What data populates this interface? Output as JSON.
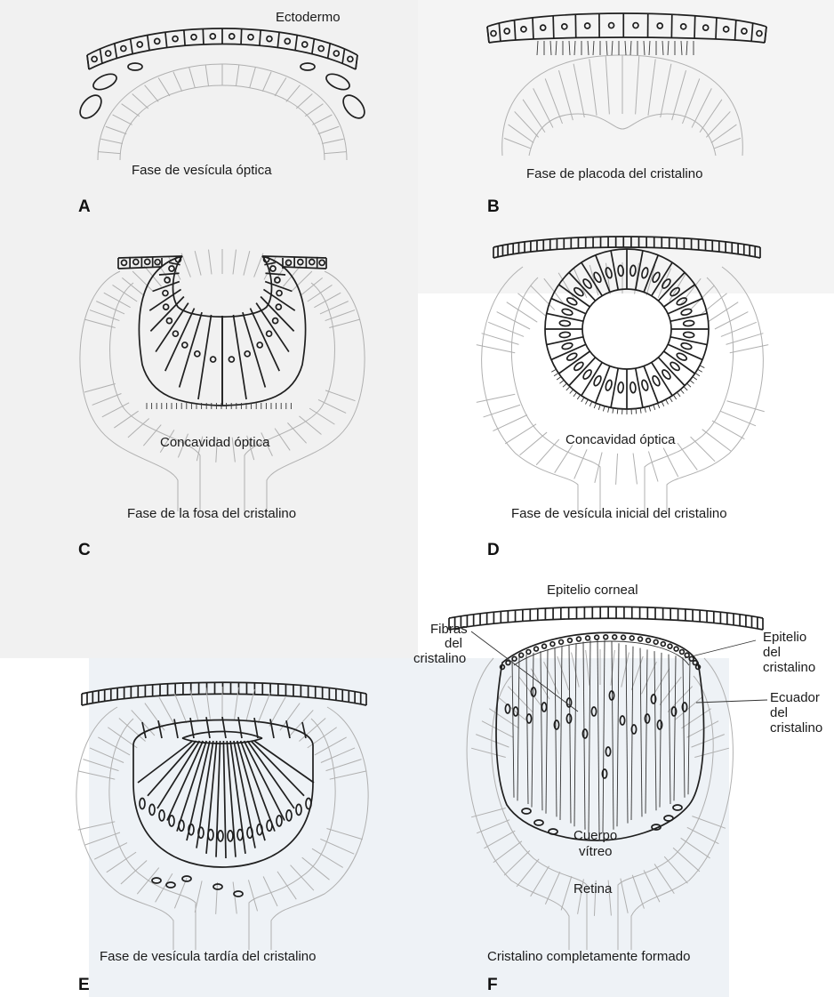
{
  "panels": [
    {
      "letter": "A",
      "caption": "Fase de vesícula óptica",
      "labels": [
        "Ectodermo"
      ]
    },
    {
      "letter": "B",
      "caption": "Fase de placoda del cristalino",
      "labels": []
    },
    {
      "letter": "C",
      "caption": "Fase de la fosa del cristalino",
      "labels": [
        "Concavidad óptica"
      ]
    },
    {
      "letter": "D",
      "caption": "Fase de vesícula inicial del cristalino",
      "labels": [
        "Concavidad óptica"
      ]
    },
    {
      "letter": "E",
      "caption": "Fase de vesícula tardía del cristalino",
      "labels": []
    },
    {
      "letter": "F",
      "caption": "Cristalino completamente formado",
      "labels": [
        "Epitelio corneal",
        "Epitelio",
        "del",
        "cristalino",
        "Fibras",
        "del",
        "cristalino",
        "Ecuador",
        "del",
        "cristalino",
        "Cuerpo",
        "vítreo",
        "Retina"
      ]
    }
  ],
  "colors": {
    "ink": "#1f1f1f",
    "cup": "#b0b0b0",
    "background_page_A": "#e6e6e6"
  }
}
